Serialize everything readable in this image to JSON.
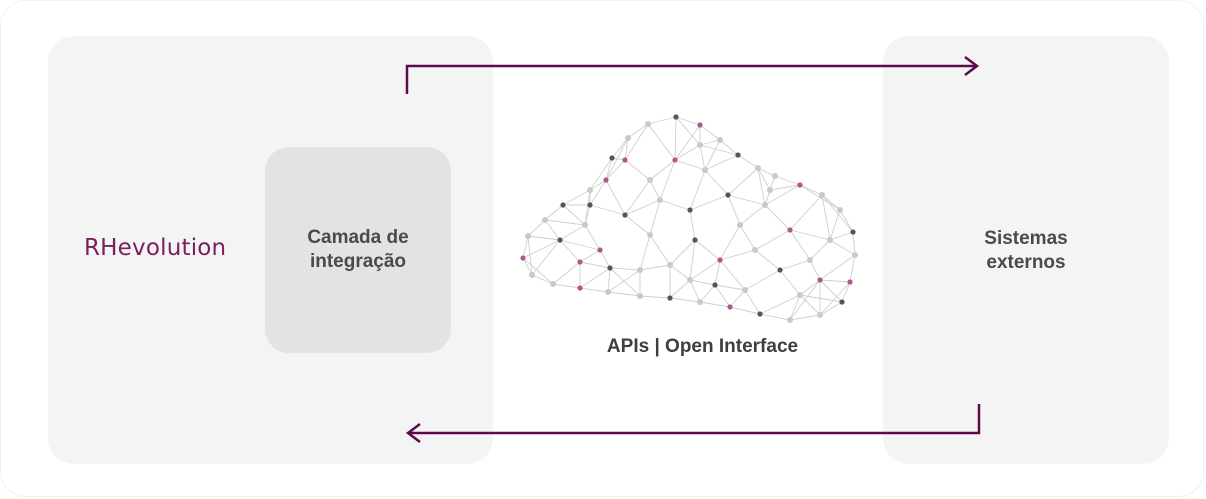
{
  "brand": {
    "logo_text": "RHevolution",
    "accent": "#5e0a4f"
  },
  "diagram": {
    "integration_layer": {
      "label": "Camada de\nintegração"
    },
    "external_systems": {
      "label": "Sistemas\nexternos"
    },
    "api": {
      "label": "APIs | Open Interface"
    }
  },
  "colors": {
    "panel_bg": "#f4f4f4",
    "layer_bg": "#e3e3e3",
    "arrow": "#5e0a4f",
    "node_pink": "#b0568f",
    "node_dark": "#555555",
    "node_light": "#c9c9c9"
  },
  "icons": [
    "cloud-network-icon",
    "arrow-right-icon",
    "arrow-left-icon"
  ]
}
